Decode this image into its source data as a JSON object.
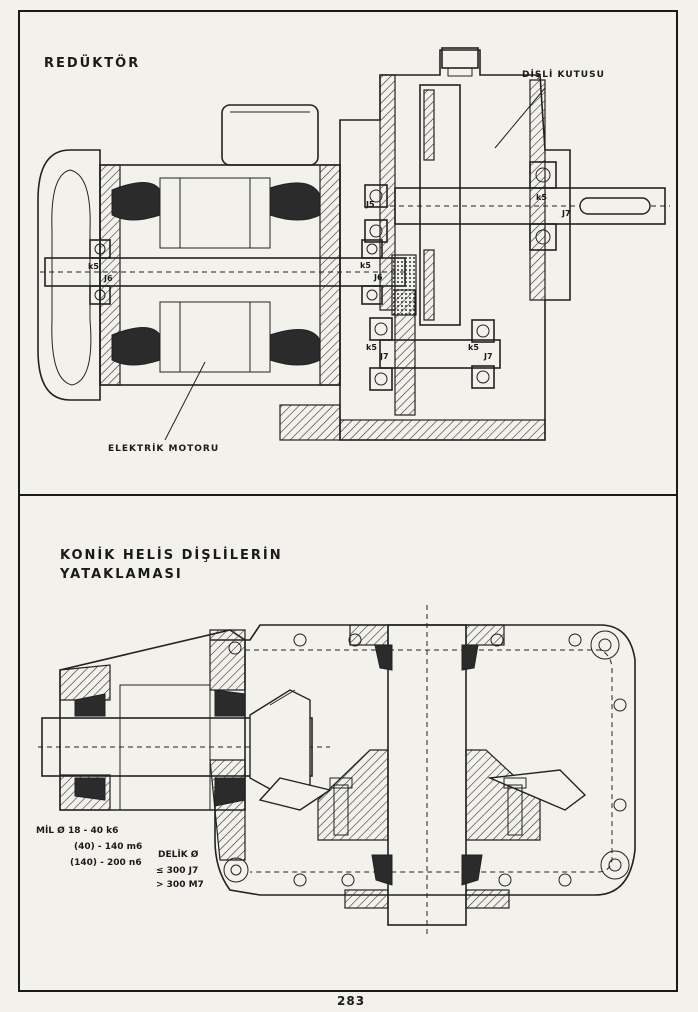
{
  "top_figure": {
    "title": "REDÜKTÖR",
    "labels": {
      "gearbox": "DİŞLİ KUTUSU",
      "motor": "ELEKTRİK MOTORU"
    },
    "fits": {
      "k5_a": "k5",
      "j6_a": "J6",
      "j5": "J5",
      "k5_b": "k5",
      "j6_b": "J6",
      "k5_c": "k5",
      "j7_a": "J7",
      "k5_d": "k5",
      "j7_b": "J7",
      "k5_e": "k5",
      "j7_c": "J7"
    }
  },
  "bottom_figure": {
    "title_line1": "KONİK HELİS DİŞLİLERİN",
    "title_line2": "YATAKLAMASI",
    "shaft_note": {
      "line1": "MİL Ø  18 - 40 k6",
      "line2": "(40) - 140 m6",
      "line3": "(140) - 200 n6"
    },
    "hole_note": {
      "line1": "DELİK Ø",
      "line2": "≤ 300 J7",
      "line3": "> 300 M7"
    }
  },
  "page_number": "283"
}
